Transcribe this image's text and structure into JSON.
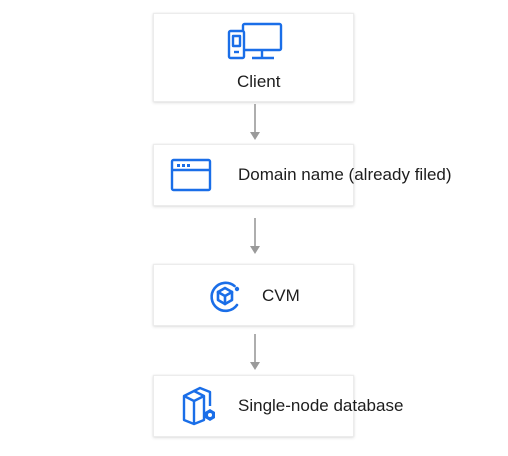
{
  "diagram": {
    "nodes": [
      {
        "id": "client",
        "label": "Client",
        "icon": "computer-icon"
      },
      {
        "id": "domain",
        "label": "Domain name (already filed)",
        "icon": "browser-window-icon"
      },
      {
        "id": "cvm",
        "label": "CVM",
        "icon": "cvm-icon"
      },
      {
        "id": "db",
        "label": "Single-node database",
        "icon": "database-icon"
      }
    ],
    "edges": [
      {
        "from": "client",
        "to": "domain"
      },
      {
        "from": "domain",
        "to": "cvm"
      },
      {
        "from": "cvm",
        "to": "db"
      }
    ]
  },
  "colors": {
    "icon_blue": "#1a6ee8",
    "arrow_gray": "#9a9a9a",
    "card_border": "#ececec",
    "text": "#1d1d1d"
  }
}
